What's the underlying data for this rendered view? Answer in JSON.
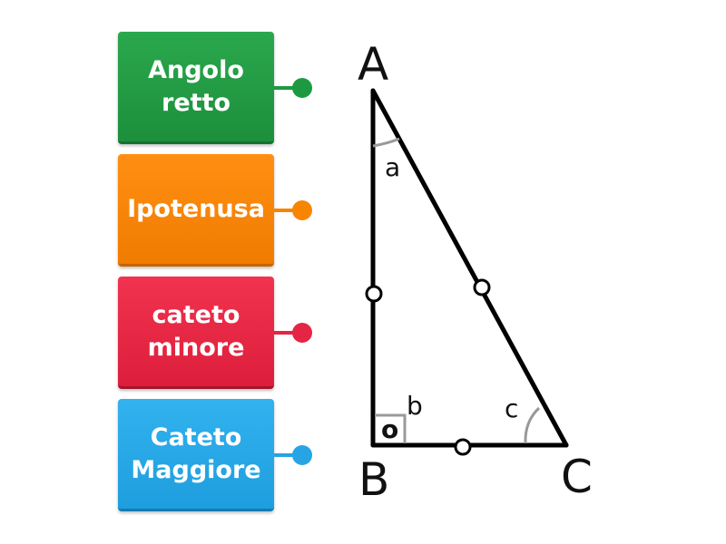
{
  "cards": [
    {
      "label": "Angolo retto",
      "color": "#1d9a41"
    },
    {
      "label": "Ipotenusa",
      "color": "#f78500"
    },
    {
      "label": "cateto minore",
      "color": "#e42543"
    },
    {
      "label": "Cateto Maggiore",
      "color": "#26a4e4"
    }
  ],
  "diagram": {
    "vertices": {
      "A": "A",
      "B": "B",
      "C": "C"
    },
    "angles": {
      "a": "a",
      "b": "b",
      "c": "c"
    },
    "right_angle_mark": "o"
  }
}
